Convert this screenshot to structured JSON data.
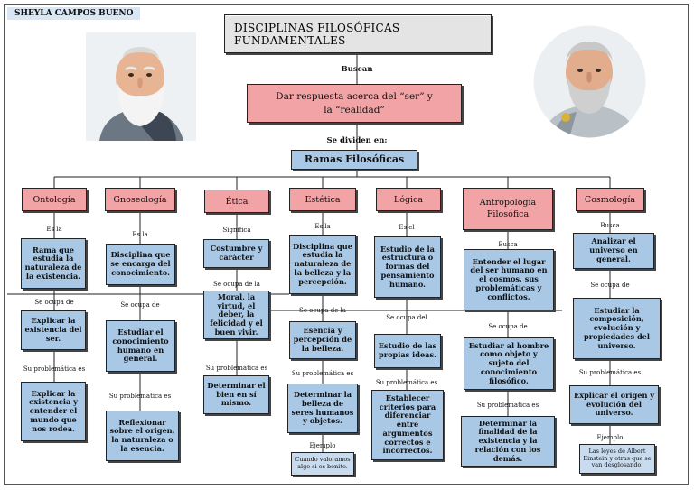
{
  "author": "SHEYLA CAMPOS BUENO",
  "title": "DISCIPLINAS FILOSÓFICAS FUNDAMENTALES",
  "buscan": "Buscan",
  "respuesta": "Dar respuesta acerca del “ser” y la “realidad”",
  "se_dividen": "Se dividen en:",
  "ramas": "Ramas Filosóficas",
  "ontologia": {
    "name": "Ontología",
    "es": "Es  la",
    "def": "Rama que estudia la naturaleza de la existencia.",
    "ocupa": "Se ocupa de",
    "ocupa_val": "Explicar la existencia del ser.",
    "prob": "Su problemática es",
    "prob_val": "Explicar la existencia y entender el mundo que nos rodea."
  },
  "gnoseologia": {
    "name": "Gnoseología",
    "es": "Es  la",
    "def": "Disciplina que se encarga del conocimiento.",
    "ocupa": "Se ocupa de",
    "ocupa_val": "Estudiar el conocimiento humano en general.",
    "prob": "Su problemática es",
    "prob_val": "Reflexionar sobre el origen, la naturaleza o la esencia."
  },
  "etica": {
    "name": "Ética",
    "es": "Significa",
    "def": "Costumbre y carácter",
    "ocupa": "Se ocupa de la",
    "ocupa_val": "Moral, la virtud, el deber, la felicidad y el buen vivir.",
    "prob": "Su problemática es",
    "prob_val": "Determinar el bien en sí mismo."
  },
  "estetica": {
    "name": "Estética",
    "es": "Es la",
    "def": "Disciplina que estudia la naturaleza de la belleza y la percepción.",
    "ocupa": "Se ocupa de la",
    "ocupa_val": "Esencia y percepción de la belleza.",
    "prob": "Su problemática es",
    "prob_val": "Determinar la belleza de seres humanos y objetos.",
    "ejemplo": "Ejemplo",
    "ejemplo_val": "Cuando valoramos algo si es bonito."
  },
  "logica": {
    "name": "Lógica",
    "es": "Es el",
    "def": "Estudio de la estructura o formas del pensamiento humano.",
    "ocupa": "Se ocupa del",
    "ocupa_val": "Estudio de las propias ideas.",
    "prob": "Su problemática es",
    "prob_val": "Establecer criterios para diferenciar entre argumentos correctos e incorrectos."
  },
  "antropologia": {
    "name": "Antropología Filosófica",
    "es": "Busca",
    "def": "Entender el lugar del ser humano en el cosmos, sus problemáticas y conflictos.",
    "ocupa": "Se ocupa de",
    "ocupa_val": "Estudiar al hombre como objeto y sujeto del conocimiento filosófico.",
    "prob": "Su problemática es",
    "prob_val": "Determinar la finalidad de la existencia y la relación con los demás."
  },
  "cosmologia": {
    "name": "Cosmología",
    "es": "Busca",
    "def": "Analizar el universo en general.",
    "ocupa": "Se ocupa de",
    "ocupa_val": "Estudiar la composición, evolución y propiedades del universo.",
    "prob": "Su problemática es",
    "prob_val": "Explicar el origen y evolución del universo.",
    "ejemplo": "Ejemplo",
    "ejemplo_val": "Las leyes de Albert Einstein y otras que se van desglosando."
  },
  "colors": {
    "pink": "#f2a3a6",
    "blue": "#a9c8e6",
    "author_bg": "#d9e6f4"
  }
}
